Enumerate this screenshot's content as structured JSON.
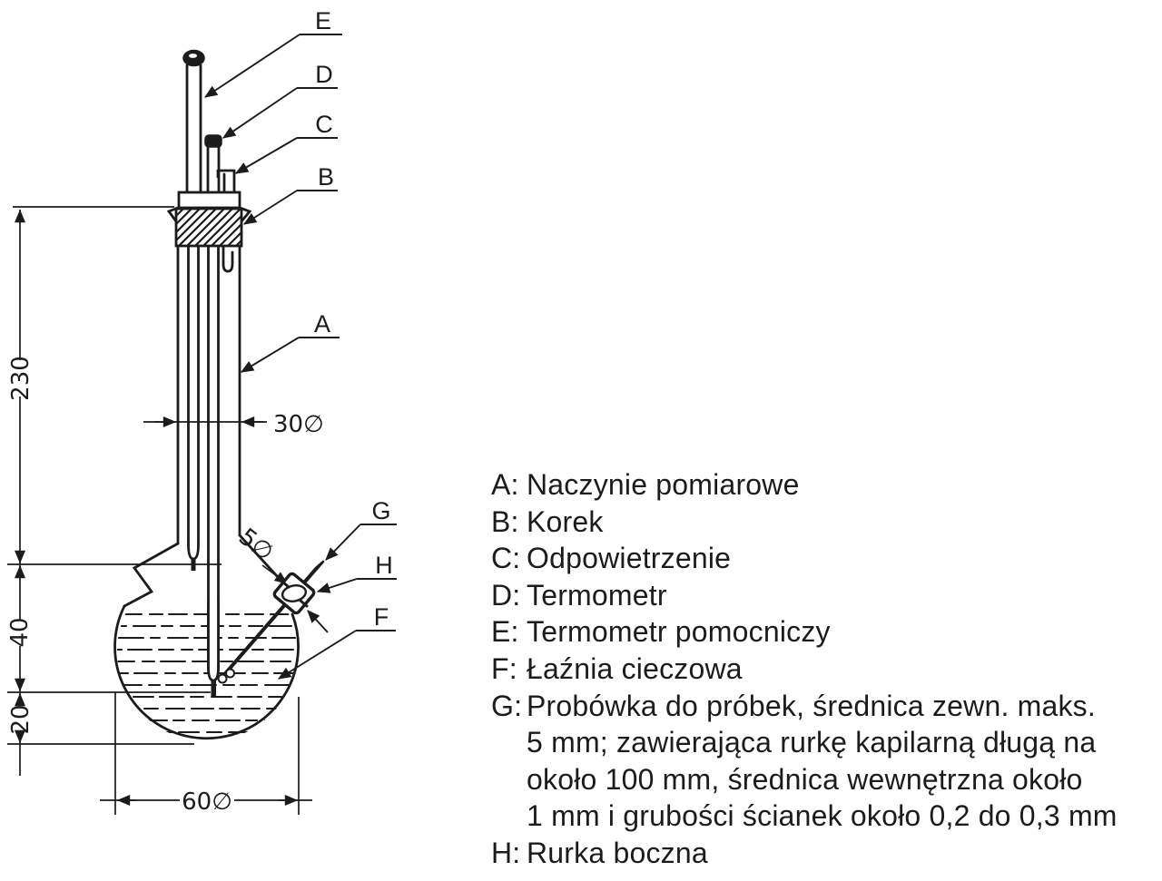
{
  "figure": {
    "type": "technical-line-drawing",
    "subject": "melting point apparatus (aparat do oznaczania temperatury topnienia)"
  },
  "colors": {
    "ink": "#1c1c1c",
    "background": "#ffffff"
  },
  "diagram": {
    "part_labels": {
      "A": "A",
      "B": "B",
      "C": "C",
      "D": "D",
      "E": "E",
      "F": "F",
      "G": "G",
      "H": "H"
    },
    "dimensions": {
      "tube_height": "230",
      "bath_depth": "40",
      "bulb_offset": "20",
      "tube_diameter": "30∅",
      "flask_diameter": "60∅",
      "side_tube_diameter": "5∅"
    }
  },
  "legend": {
    "items": [
      {
        "key": "A:",
        "lines": [
          "Naczynie pomiarowe"
        ]
      },
      {
        "key": "B:",
        "lines": [
          "Korek"
        ]
      },
      {
        "key": "C:",
        "lines": [
          "Odpowietrzenie"
        ]
      },
      {
        "key": "D:",
        "lines": [
          "Termometr"
        ]
      },
      {
        "key": "E:",
        "lines": [
          "Termometr pomocniczy"
        ]
      },
      {
        "key": "F:",
        "lines": [
          "Łaźnia cieczowa"
        ]
      },
      {
        "key": "G:",
        "lines": [
          "Probówka do próbek, średnica zewn. maks.",
          "5 mm; zawierająca rurkę kapilarną długą na",
          "około 100 mm, średnica wewnętrzna około",
          "1 mm i grubości ścianek około 0,2 do 0,3 mm"
        ]
      },
      {
        "key": "H:",
        "lines": [
          "Rurka boczna"
        ]
      }
    ]
  }
}
